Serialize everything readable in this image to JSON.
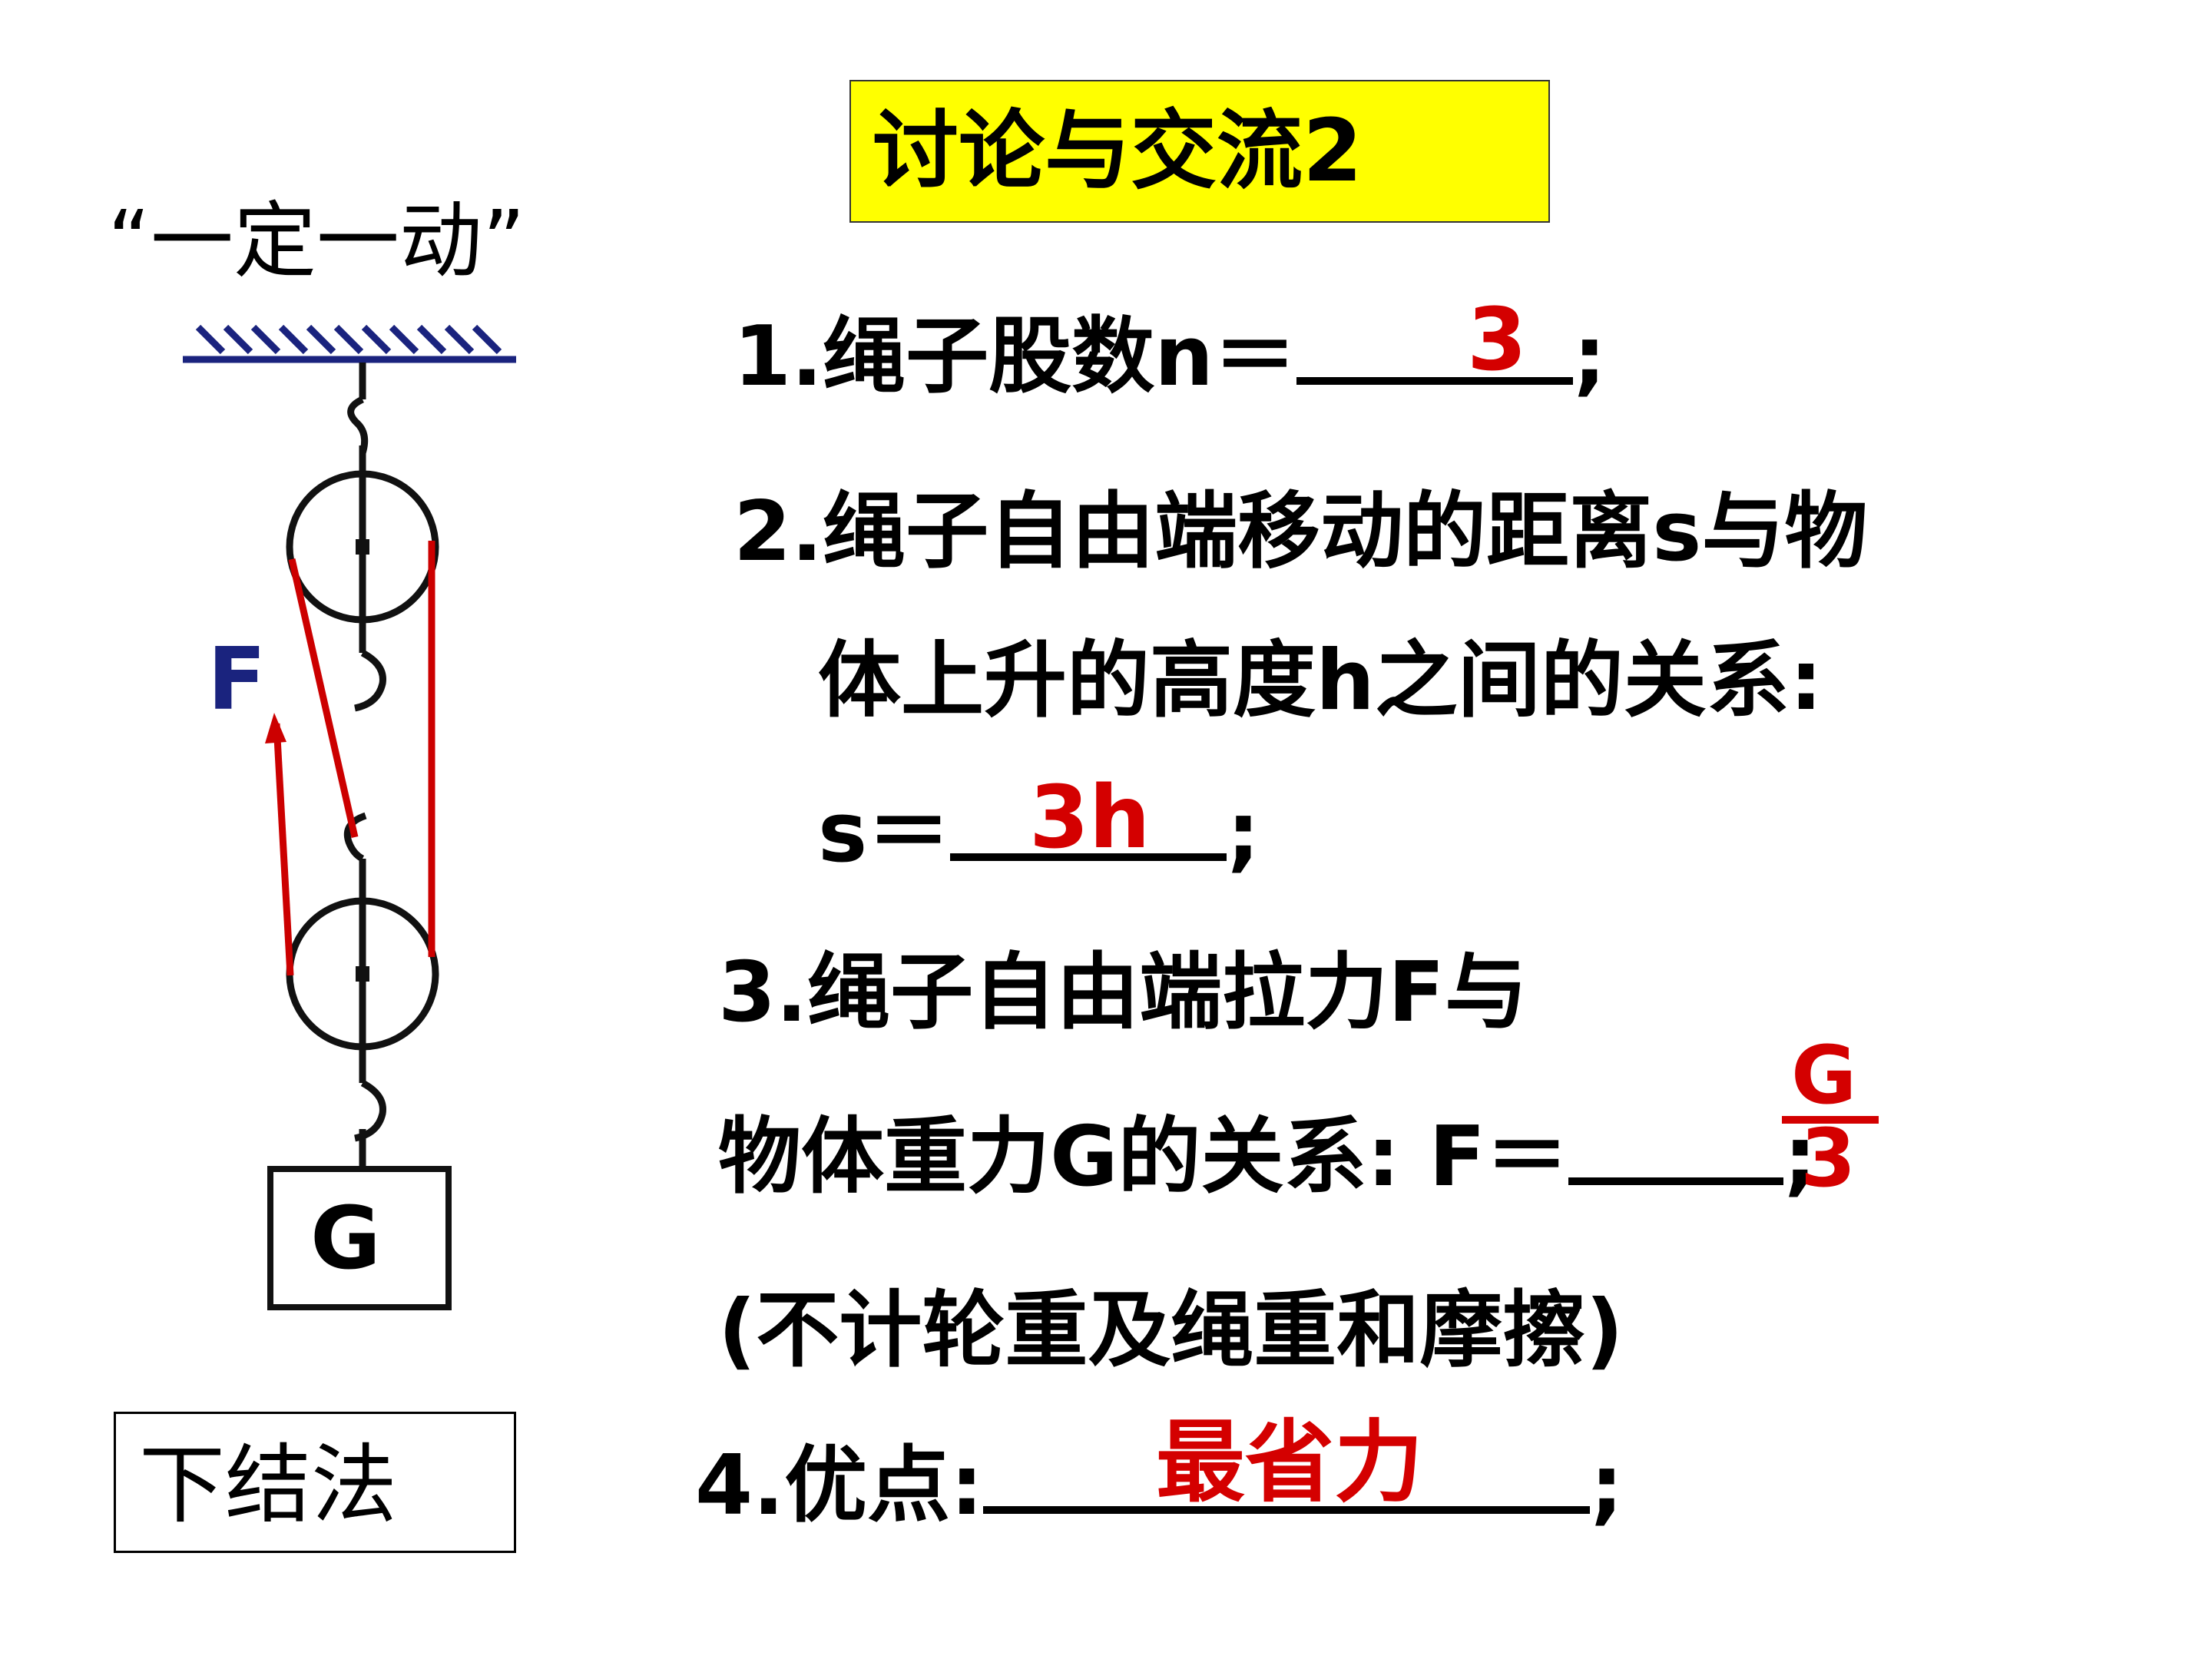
{
  "title": "讨论与交流2",
  "subtitle": "“一定一动”",
  "diagram": {
    "force_label": "F",
    "weight_label": "G",
    "colors": {
      "ceiling": "#1a237e",
      "rope": "#cc0000",
      "force_label": "#1a237e"
    }
  },
  "questions": {
    "q1_prefix": "1.绳子股数n＝",
    "q1_answer": "3",
    "q1_suffix": ";",
    "q2_line1": "2.绳子自由端移动的距离s与物",
    "q2_line2": "体上升的高度h之间的关系:",
    "q2_prefix": "s＝",
    "q2_answer": "3h",
    "q2_suffix": ";",
    "q3_line1": "3.绳子自由端拉力F与",
    "q3_prefix": "物体重力G的关系: F＝",
    "q3_numerator": "G",
    "q3_denominator": "3",
    "q3_suffix": ";",
    "q3_note": "(不计轮重及绳重和摩擦)",
    "q4_prefix": "4.优点:",
    "q4_answer": "最省力",
    "q4_suffix": ";"
  },
  "method_button": "下结法",
  "accent_color": "#d40000"
}
